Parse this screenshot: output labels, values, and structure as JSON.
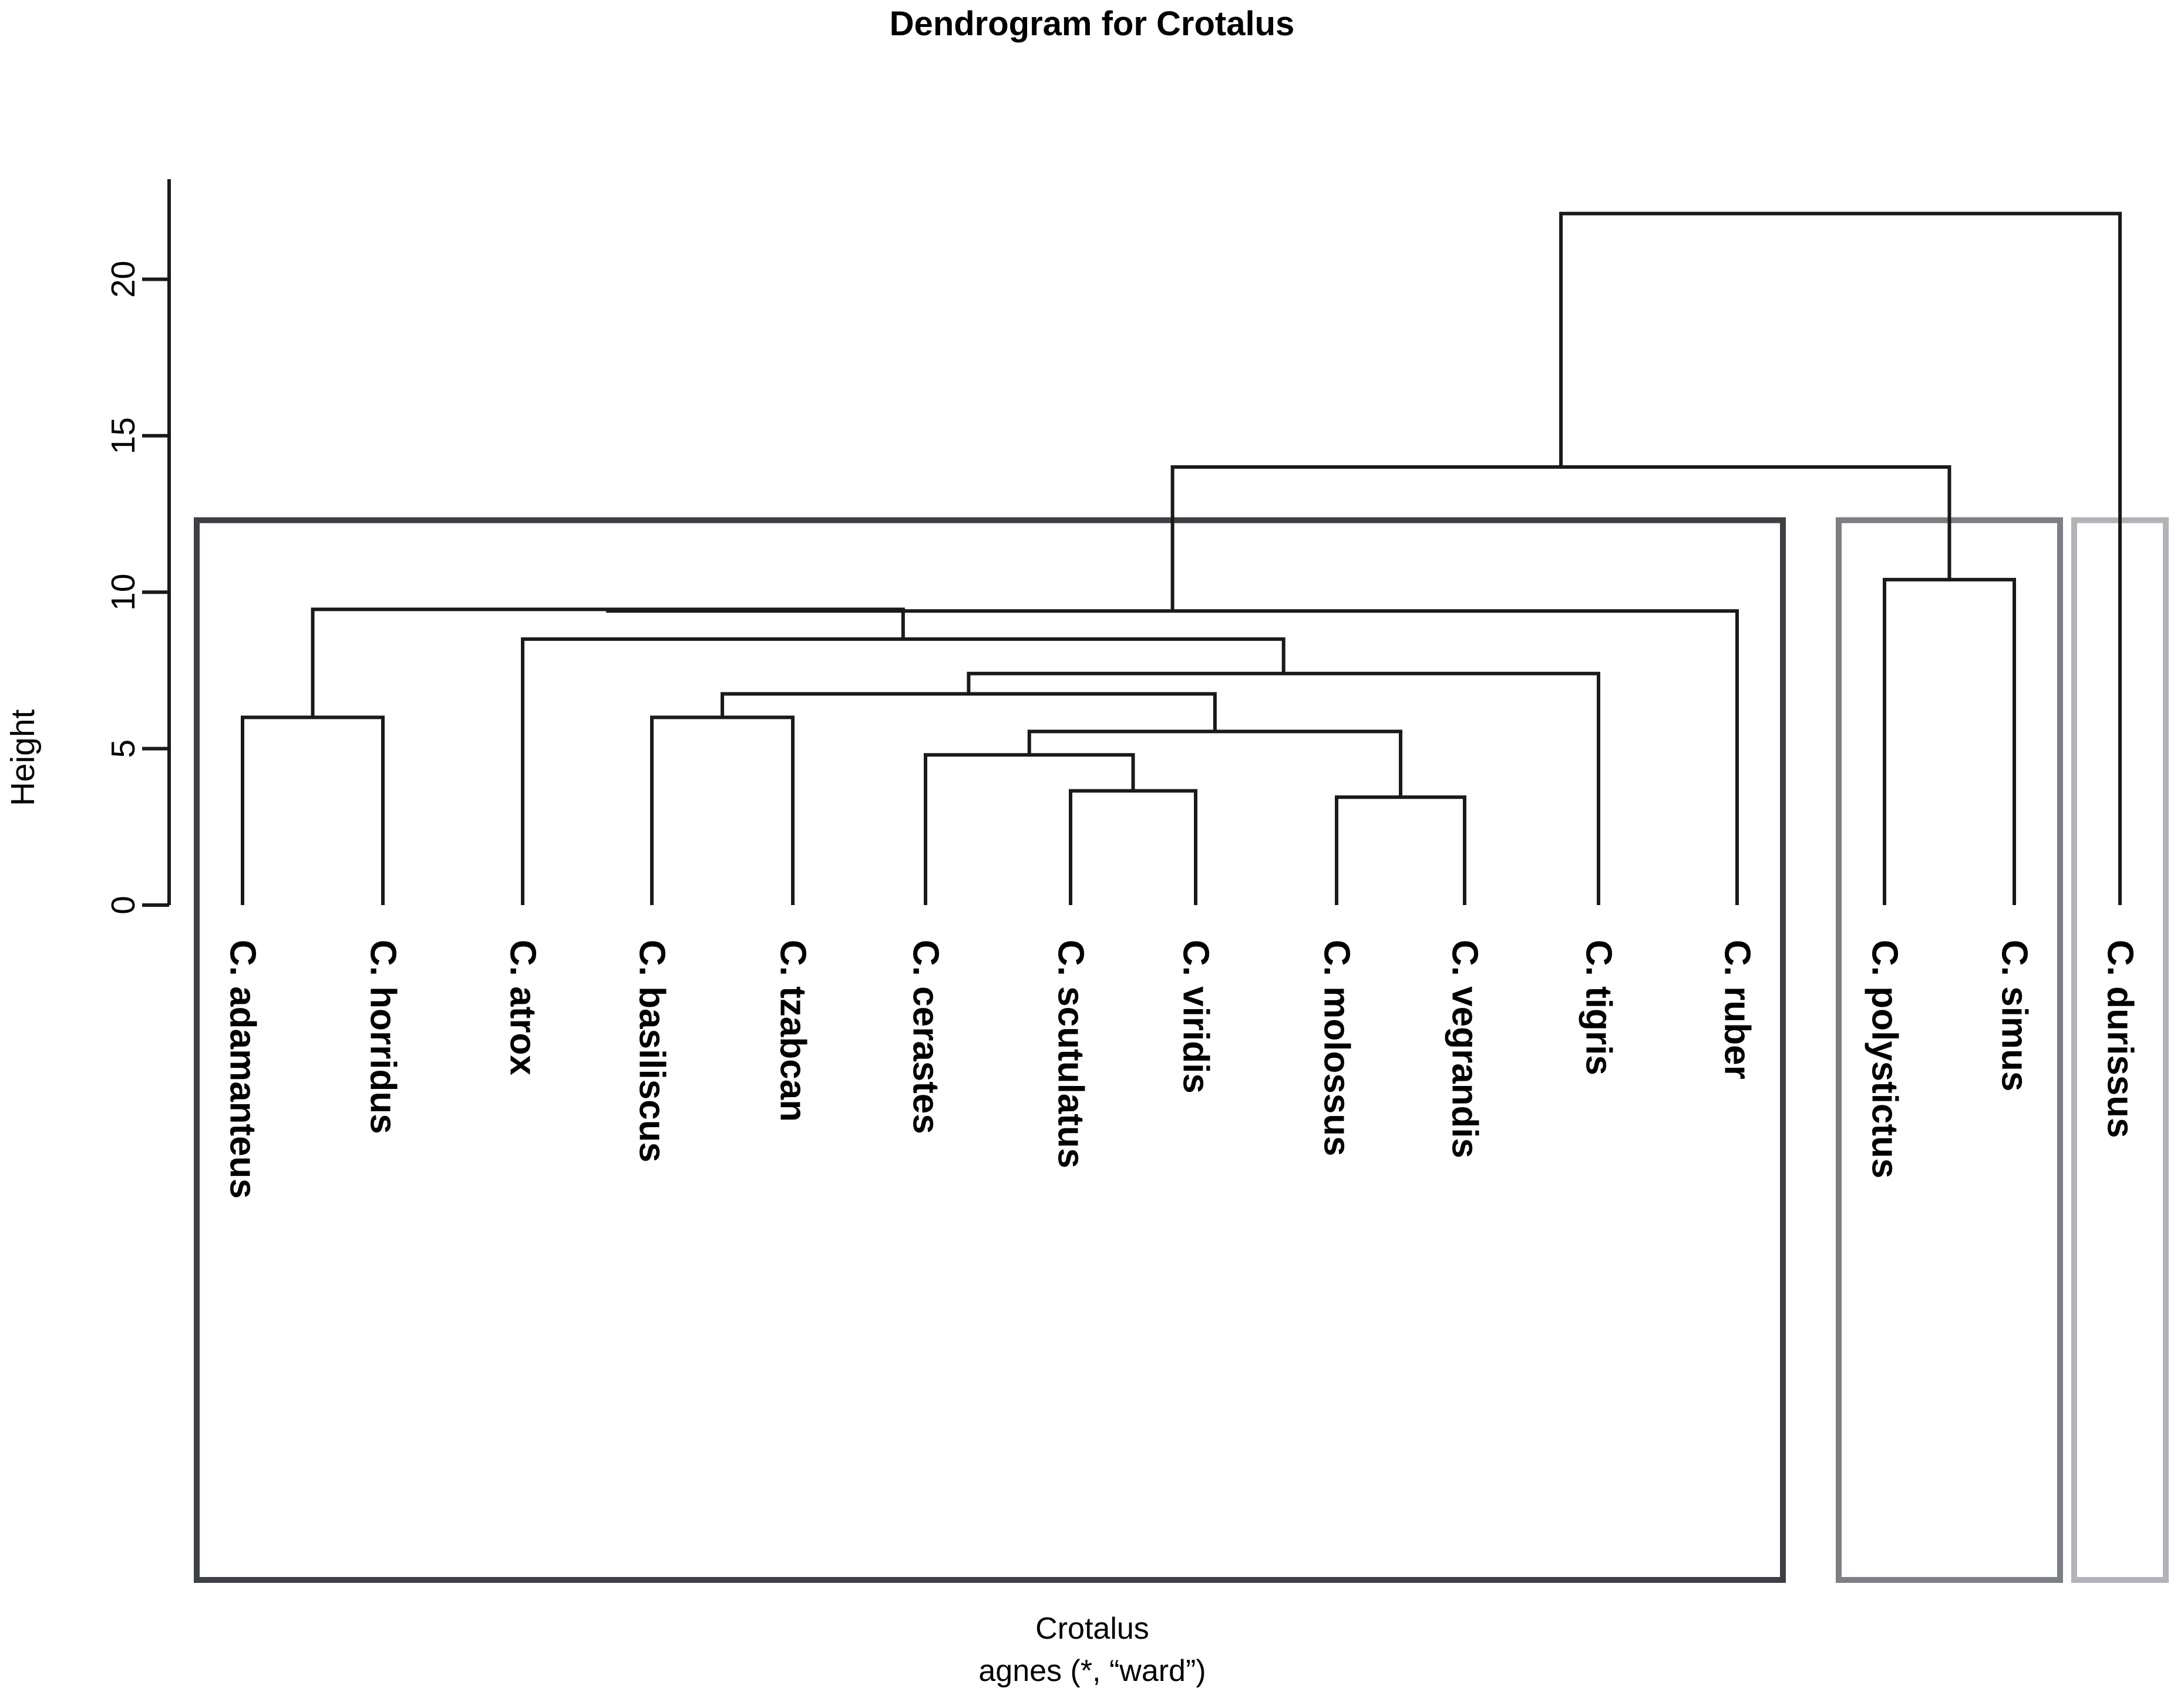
{
  "title": "Dendrogram for Crotalus",
  "axis": {
    "y_label": "Height",
    "y_ticks": [
      0,
      5,
      10,
      15,
      20
    ],
    "y_tick_labels": [
      "0",
      "5",
      "10",
      "15",
      "20"
    ],
    "ylim": [
      0,
      23.2
    ]
  },
  "caption": {
    "line1": "Crotalus",
    "line2": "agnes (*, “ward”)"
  },
  "colors": {
    "line": "#1a1a1a",
    "box_1": "#3d4146",
    "box_2": "#7c8084",
    "box_3": "#b0b4b8",
    "background": "#ffffff"
  },
  "chart_data": {
    "type": "dendrogram",
    "title": "Dendrogram for Crotalus",
    "xlabel": "Crotalus\nagnes (*, “ward”)",
    "ylabel": "Height",
    "ylim": [
      0,
      23.2
    ],
    "grid": false,
    "method": "ward",
    "function": "agnes",
    "leaves": [
      {
        "index": 0,
        "label": "C. adamanteus"
      },
      {
        "index": 1,
        "label": "C. horridus"
      },
      {
        "index": 2,
        "label": "C. atrox"
      },
      {
        "index": 3,
        "label": "C. basiliscus"
      },
      {
        "index": 4,
        "label": "C. tzabcan"
      },
      {
        "index": 5,
        "label": "C. cerastes"
      },
      {
        "index": 6,
        "label": "C. scutulatus"
      },
      {
        "index": 7,
        "label": "C. viridis"
      },
      {
        "index": 8,
        "label": "C. molossus"
      },
      {
        "index": 9,
        "label": "C. vegrandis"
      },
      {
        "index": 10,
        "label": "C. tigris"
      },
      {
        "index": 11,
        "label": "C. ruber"
      },
      {
        "index": 12,
        "label": "C. polystictus"
      },
      {
        "index": 13,
        "label": "C. simus"
      },
      {
        "index": 14,
        "label": "C. durissus"
      }
    ],
    "merges": [
      {
        "id": "m1",
        "left": "leaf:0",
        "right": "leaf:1",
        "height": 6.0
      },
      {
        "id": "m2",
        "left": "leaf:3",
        "right": "leaf:4",
        "height": 6.0
      },
      {
        "id": "m3",
        "left": "leaf:6",
        "right": "leaf:7",
        "height": 3.65
      },
      {
        "id": "m4",
        "left": "leaf:8",
        "right": "leaf:9",
        "height": 3.45
      },
      {
        "id": "m5",
        "left": "leaf:5",
        "right": "m3",
        "height": 4.8
      },
      {
        "id": "m6",
        "left": "m5",
        "right": "m4",
        "height": 5.55
      },
      {
        "id": "m7",
        "left": "m2",
        "right": "m6",
        "height": 6.75
      },
      {
        "id": "m8",
        "left": "m7",
        "right": "leaf:10",
        "height": 7.4
      },
      {
        "id": "m9",
        "left": "leaf:2",
        "right": "m8",
        "height": 8.5
      },
      {
        "id": "m10",
        "left": "m1",
        "right": "m9",
        "height": 9.45
      },
      {
        "id": "m11",
        "left": "m10",
        "right": "leaf:11",
        "height": 9.4
      },
      {
        "id": "m12",
        "left": "leaf:12",
        "right": "leaf:13",
        "height": 10.4
      },
      {
        "id": "m13",
        "left": "m11",
        "right": "m12",
        "height": 14.0
      },
      {
        "id": "m14",
        "left": "m13",
        "right": "leaf:14",
        "height": 22.1
      }
    ],
    "cluster_boxes": [
      {
        "id": "box-1",
        "from_leaf": 0,
        "to_leaf": 11,
        "height": 12.3,
        "color": "#3d4146",
        "members": [
          "C. adamanteus",
          "C. horridus",
          "C. atrox",
          "C. basiliscus",
          "C. tzabcan",
          "C. cerastes",
          "C. scutulatus",
          "C. viridis",
          "C. molossus",
          "C. vegrandis",
          "C. tigris",
          "C. ruber"
        ]
      },
      {
        "id": "box-2",
        "from_leaf": 12,
        "to_leaf": 13,
        "height": 12.3,
        "color": "#7c8084",
        "members": [
          "C. polystictus",
          "C. simus"
        ]
      },
      {
        "id": "box-3",
        "from_leaf": 14,
        "to_leaf": 14,
        "height": 12.3,
        "color": "#b0b4b8",
        "members": [
          "C. durissus"
        ]
      }
    ]
  }
}
